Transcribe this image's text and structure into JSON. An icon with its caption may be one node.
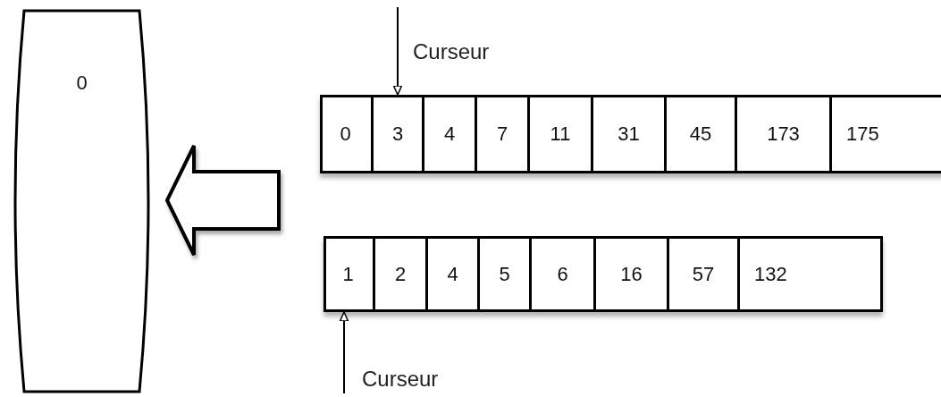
{
  "diagram": {
    "nodes": [
      {
        "text": [
          "0"
        ]
      },
      {
        "text": [],
        "shape": "box"
      },
      {
        "text": [
          "0"
        ],
        "in": 1
      },
      {
        "text": [
          "3"
        ],
        "in": 1
      },
      {
        "text": [
          "4"
        ],
        "in": 1
      },
      {
        "text": [
          "7"
        ],
        "in": 1
      },
      {
        "text": [
          "11"
        ],
        "in": 1
      },
      {
        "text": [
          "31"
        ],
        "in": 1
      },
      {
        "text": [
          "45"
        ],
        "in": 1
      },
      {
        "text": [
          "173"
        ],
        "in": 1
      },
      {
        "text": [
          "175"
        ],
        "in": 1
      },
      {
        "text": [],
        "shape": "box"
      },
      {
        "text": [
          "1"
        ],
        "in": 11
      },
      {
        "text": [
          "2"
        ],
        "in": 11
      },
      {
        "text": [
          "4"
        ],
        "in": 11
      },
      {
        "text": [
          "5"
        ],
        "in": 11
      },
      {
        "text": [
          "6"
        ],
        "in": 11
      },
      {
        "text": [
          "16"
        ],
        "in": 11
      },
      {
        "text": [
          "57"
        ],
        "in": 11
      },
      {
        "text": [
          "132"
        ],
        "in": 11
      }
    ],
    "edges": [
      {
        "from": null,
        "to": 0,
        "arrow": "to",
        "style": "thick"
      },
      {
        "from": null,
        "to": 3,
        "arrow": "to"
      },
      {
        "from": null,
        "to": 12,
        "arrow": "to"
      }
    ],
    "labels": [
      "Curseur",
      "Curseur"
    ]
  }
}
